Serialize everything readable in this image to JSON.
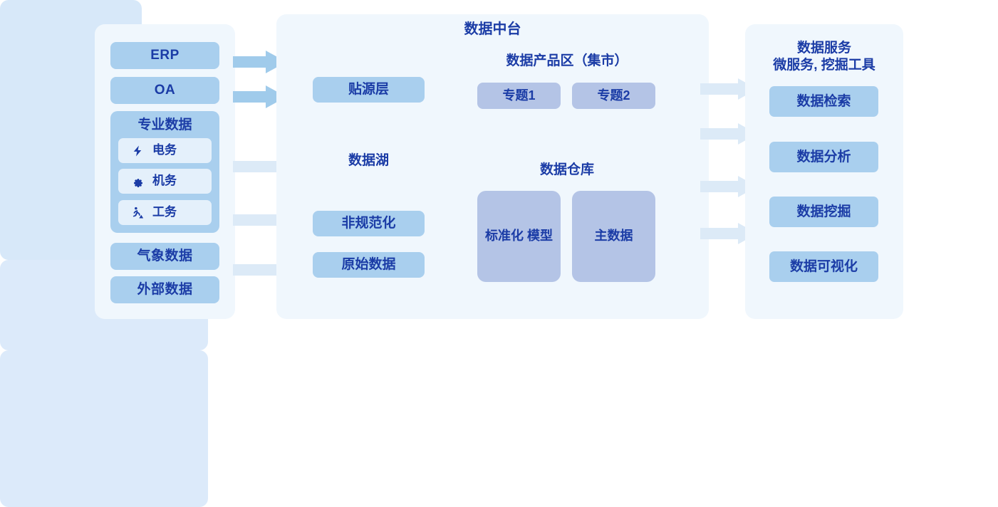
{
  "diagram": {
    "title": "数据中台",
    "colors": {
      "panel_bg": "#f0f7fd",
      "inner_panel_bg": "#dceafa",
      "lake_panel_bg": "#d7e8f9",
      "box_blue": "#a9cfee",
      "box_periwinkle": "#b4c4e6",
      "chip_bg": "#e4f0fb",
      "text_blue": "#1b3ca6",
      "arrow_strong": "#a0cbeb",
      "arrow_faint": "#dceaf7"
    }
  },
  "sources": {
    "items": [
      {
        "label": "ERP"
      },
      {
        "label": "OA"
      },
      {
        "label": "气象数据"
      },
      {
        "label": "外部数据"
      }
    ],
    "professional": {
      "title": "专业数据",
      "items": [
        {
          "label": "电务",
          "icon": "lightning-bolt-icon"
        },
        {
          "label": "机务",
          "icon": "gear-icon"
        },
        {
          "label": "工务",
          "icon": "construction-worker-icon"
        }
      ]
    }
  },
  "mid_platform": {
    "title": "数据中台",
    "data_lake": {
      "label": "数据湖",
      "items": [
        {
          "label": "贴源层"
        },
        {
          "label": "非规范化"
        },
        {
          "label": "原始数据"
        }
      ]
    },
    "data_mart": {
      "title": "数据产品区（集市）",
      "items": [
        {
          "label": "专题1"
        },
        {
          "label": "专题2"
        }
      ]
    },
    "data_warehouse": {
      "title": "数据仓库",
      "items": [
        {
          "label": "标准化\n模型"
        },
        {
          "label": "主数据"
        }
      ]
    }
  },
  "services": {
    "title": "数据服务\n微服务, 挖掘工具",
    "items": [
      {
        "label": "数据检索"
      },
      {
        "label": "数据分析"
      },
      {
        "label": "数据挖掘"
      },
      {
        "label": "数据可视化"
      }
    ]
  },
  "arrows": {
    "left": [
      {
        "name": "arrow-erp-to-lake",
        "intensity": "strong"
      },
      {
        "name": "arrow-oa-to-lake",
        "intensity": "strong"
      },
      {
        "name": "arrow-professional-to-lake",
        "intensity": "faint"
      },
      {
        "name": "arrow-weather-to-lake",
        "intensity": "faint"
      },
      {
        "name": "arrow-external-to-lake",
        "intensity": "faint"
      }
    ],
    "right": [
      {
        "name": "arrow-platform-to-search",
        "intensity": "faint"
      },
      {
        "name": "arrow-platform-to-analyze",
        "intensity": "faint"
      },
      {
        "name": "arrow-platform-to-mining",
        "intensity": "faint"
      },
      {
        "name": "arrow-platform-to-visual",
        "intensity": "faint"
      }
    ]
  }
}
